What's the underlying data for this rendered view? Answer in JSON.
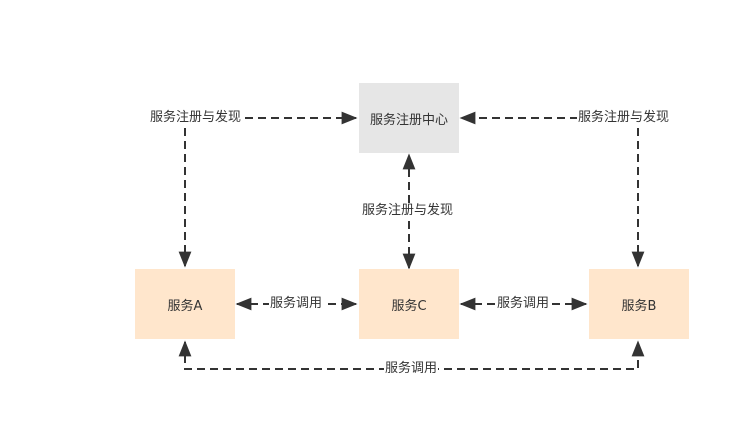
{
  "nodes": {
    "registry": {
      "label": "服务注册中心",
      "fill": "#e6e6e6"
    },
    "service_a": {
      "label": "服务A",
      "fill": "#ffe6cc"
    },
    "service_c": {
      "label": "服务C",
      "fill": "#ffe6cc"
    },
    "service_b": {
      "label": "服务B",
      "fill": "#ffe6cc"
    }
  },
  "edges": {
    "a_registry": {
      "label": "服务注册与发现"
    },
    "b_registry": {
      "label": "服务注册与发现"
    },
    "c_registry": {
      "label": "服务注册与发现"
    },
    "a_c": {
      "label": "服务调用"
    },
    "c_b": {
      "label": "服务调用"
    },
    "a_b": {
      "label": "服务调用"
    }
  },
  "colors": {
    "line": "#333333",
    "text": "#333333"
  }
}
